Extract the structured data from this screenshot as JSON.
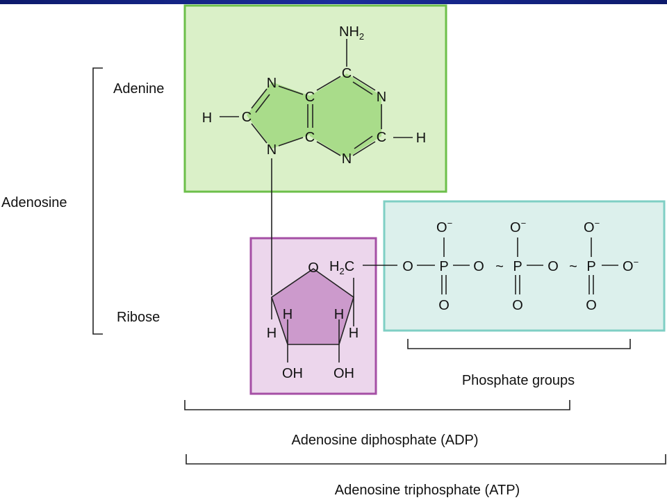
{
  "labels": {
    "adenine": "Adenine",
    "adenosine": "Adenosine",
    "ribose": "Ribose",
    "phosphate_groups": "Phosphate groups",
    "adp": "Adenosine diphosphate (ADP)",
    "atp": "Adenosine triphosphate (ATP)"
  },
  "atoms": {
    "n": "N",
    "c": "C",
    "h": "H",
    "o": "O",
    "p": "P",
    "oh": "OH",
    "nh2_base": "NH",
    "h2c_base": "H",
    "subscript_2": "2",
    "c_tail": "C",
    "o_minus_base": "O",
    "minus": "−",
    "tilde": "~"
  },
  "colors": {
    "adenine_box": "#daf0c8",
    "adenine_border": "#6cbf4a",
    "adenine_ring": "#a9dc8a",
    "ribose_box": "#ecd6ec",
    "ribose_border": "#a54fa5",
    "ribose_ring": "#cc9acc",
    "phosphate_box": "#dcf0ec",
    "phosphate_border": "#7fcfc4",
    "top_bar": "#1a2d9c"
  }
}
